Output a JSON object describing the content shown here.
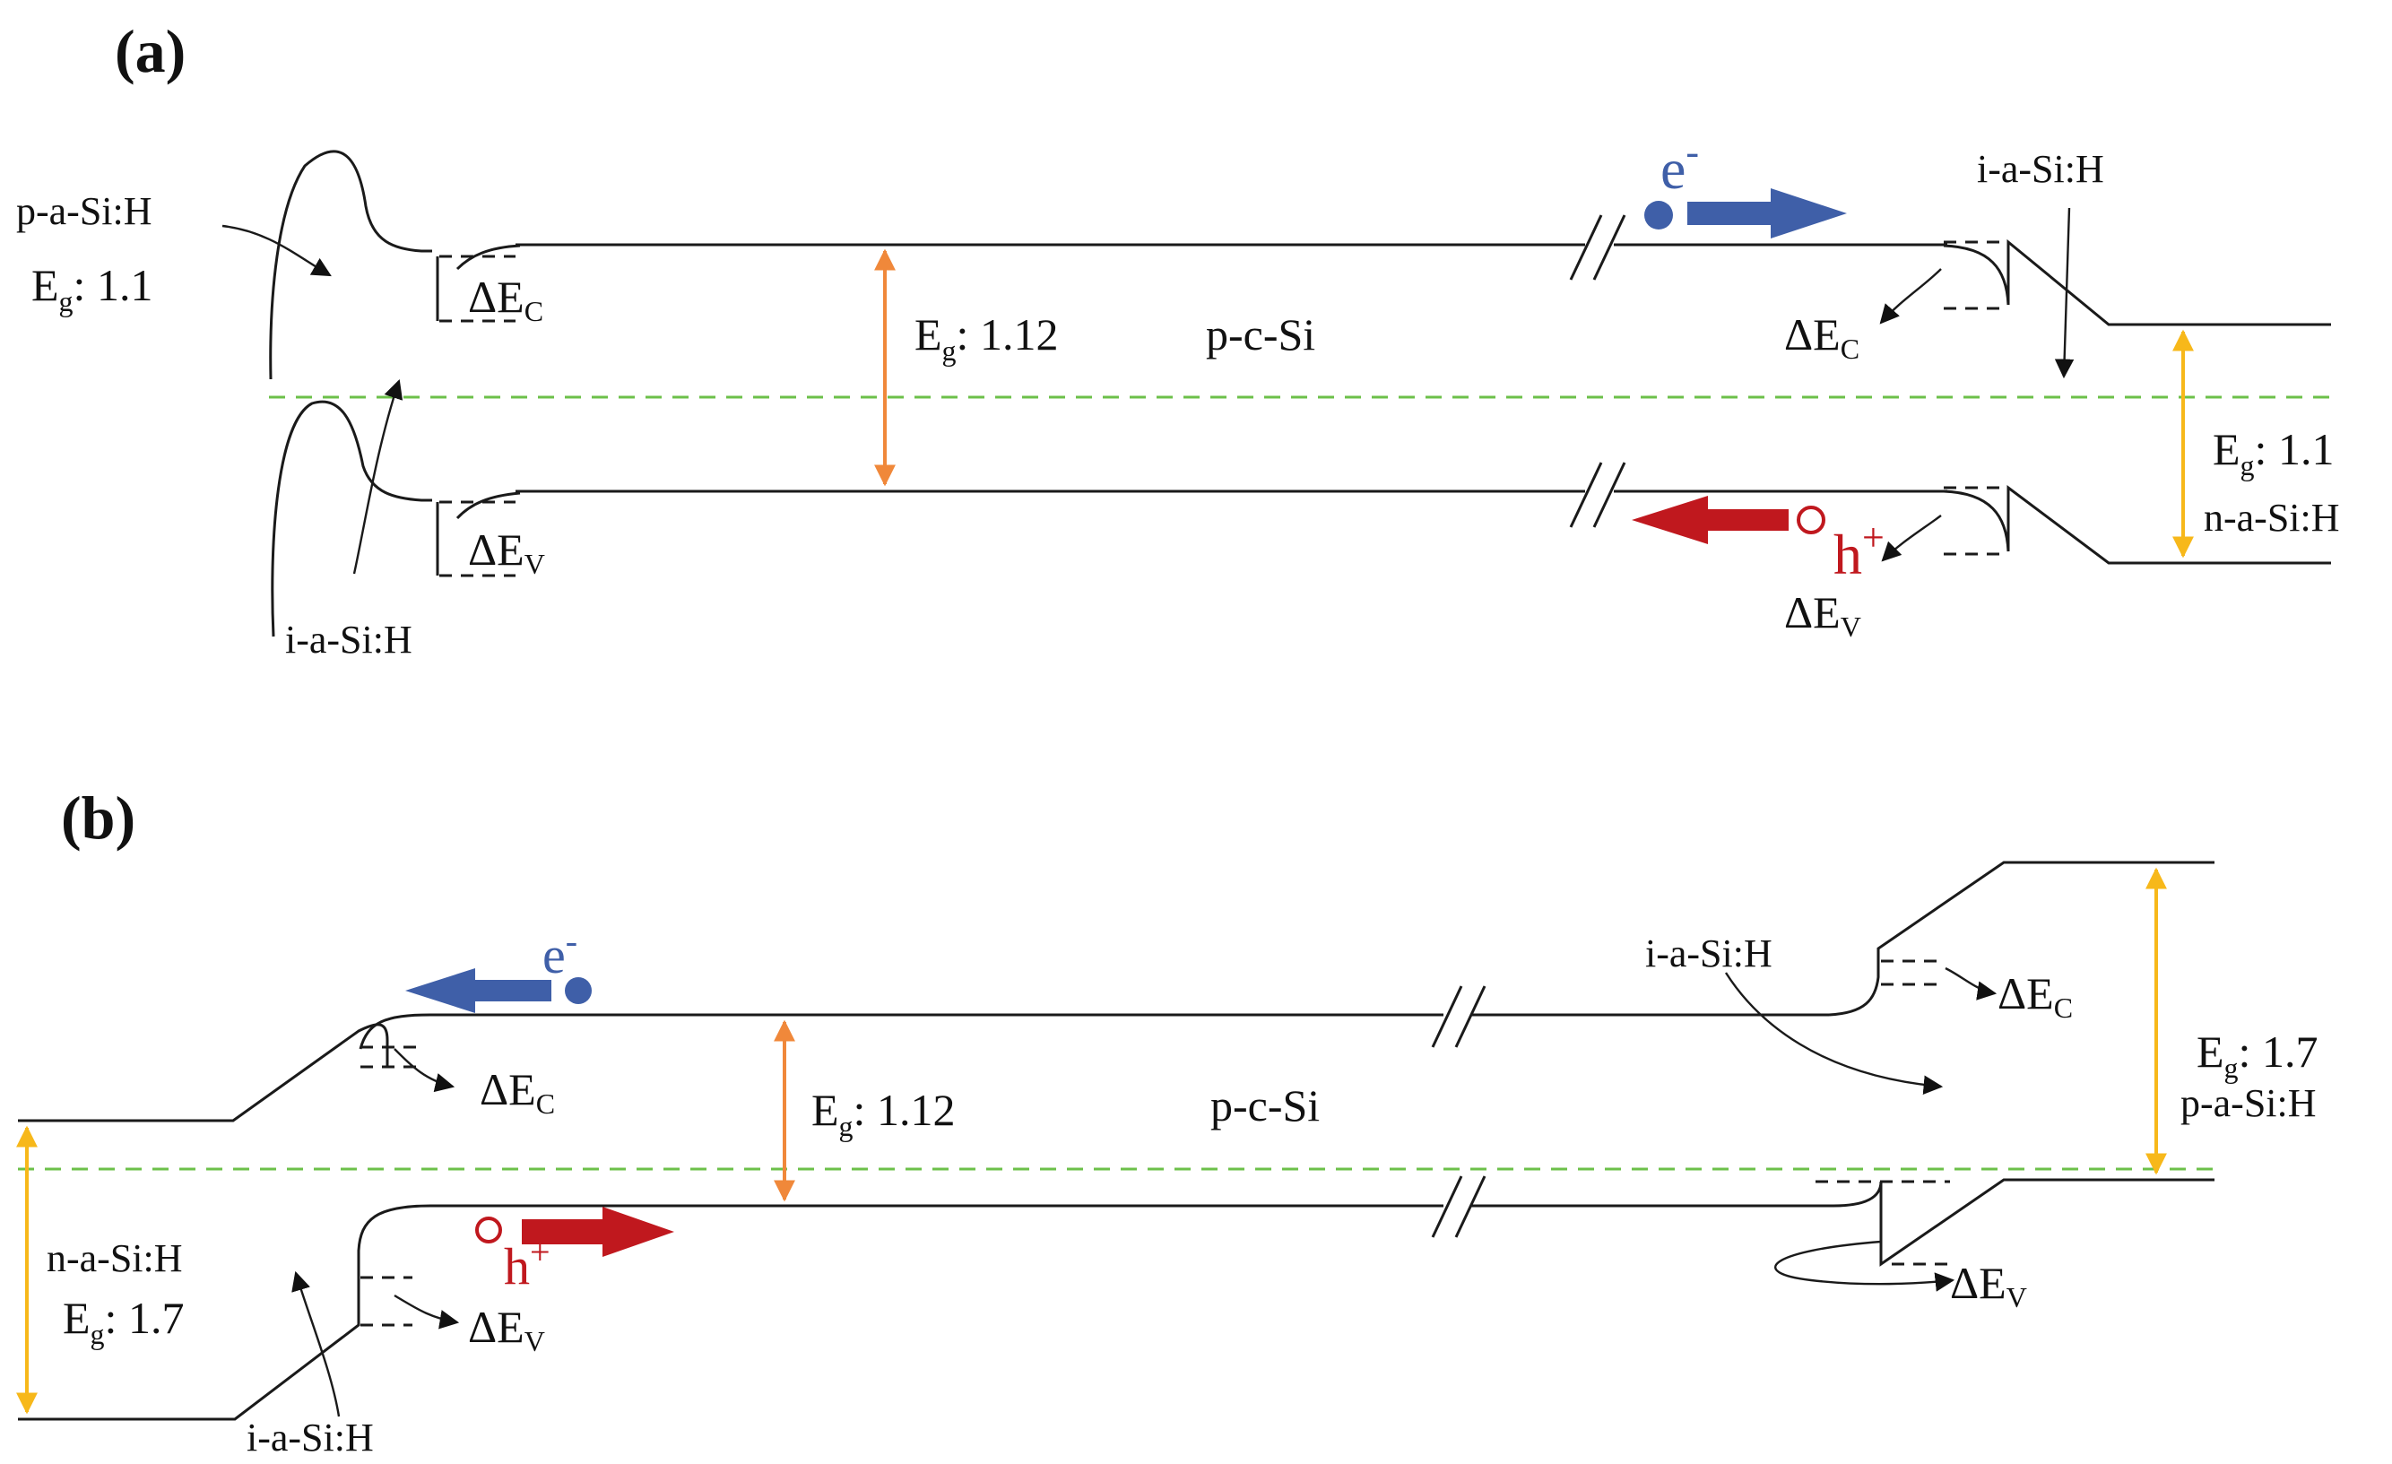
{
  "panels": [
    {
      "id": "a",
      "label": "(a)",
      "bulk": "p-c-Si",
      "bulk_gap": {
        "E": "E",
        "g": "g",
        "value": ": 1.12"
      },
      "left_doped": "p-a-Si:H",
      "left_doped_gap": {
        "E": "E",
        "g": "g",
        "value": ": 1.1"
      },
      "left_intrinsic": "i-a-Si:H",
      "left_dEc": {
        "d": "ΔE",
        "sub": "C"
      },
      "left_dEv": {
        "d": "ΔE",
        "sub": "V"
      },
      "right_intrinsic": "i-a-Si:H",
      "right_doped": "n-a-Si:H",
      "right_doped_gap": {
        "E": "E",
        "g": "g",
        "value": ": 1.1"
      },
      "right_dEc": {
        "d": "ΔE",
        "sub": "C"
      },
      "right_dEv": {
        "d": "ΔE",
        "sub": "V"
      },
      "electron": {
        "sym": "e",
        "sup": "-"
      },
      "hole": {
        "sym": "h",
        "sup": "+"
      }
    },
    {
      "id": "b",
      "label": "(b)",
      "bulk": "p-c-Si",
      "bulk_gap": {
        "E": "E",
        "g": "g",
        "value": ": 1.12"
      },
      "left_doped": "n-a-Si:H",
      "left_doped_gap": {
        "E": "E",
        "g": "g",
        "value": ": 1.7"
      },
      "left_intrinsic": "i-a-Si:H",
      "left_dEc": {
        "d": "ΔE",
        "sub": "C"
      },
      "left_dEv": {
        "d": "ΔE",
        "sub": "V"
      },
      "right_intrinsic": "i-a-Si:H",
      "right_doped": "p-a-Si:H",
      "right_doped_gap": {
        "E": "E",
        "g": "g",
        "value": ": 1.7"
      },
      "right_dEc": {
        "d": "ΔE",
        "sub": "C"
      },
      "right_dEv": {
        "d": "ΔE",
        "sub": "V"
      },
      "electron": {
        "sym": "e",
        "sup": "-"
      },
      "hole": {
        "sym": "h",
        "sup": "+"
      }
    }
  ],
  "colors": {
    "electron": "#3f5fa8",
    "hole": "#c0181e",
    "bulk_gap_arrow": "#f0883a",
    "doped_gap_arrow": "#f7b81a",
    "fermi_level": "#6cc04a"
  },
  "icons": [
    "electron-dot-icon",
    "hole-circle-icon",
    "arrow-right-icon",
    "arrow-left-icon",
    "axis-break-icon"
  ]
}
